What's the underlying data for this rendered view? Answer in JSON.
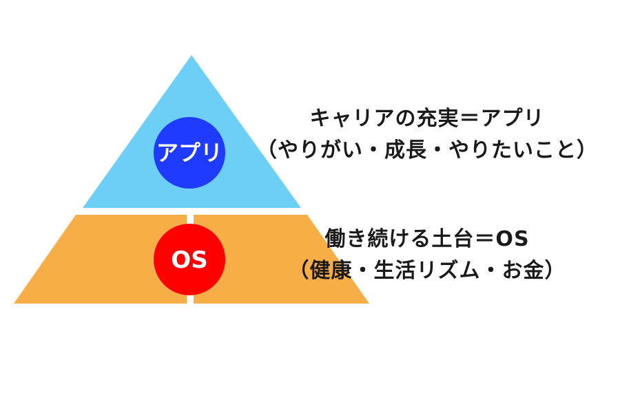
{
  "diagram": {
    "layers": [
      {
        "id": "app",
        "circle_label": "アプリ",
        "caption_title": "キャリアの充実＝アプリ",
        "caption_detail": "（やりがい・成長・やりたいこと）",
        "fill_color": "#6ecff6",
        "circle_color": "#1f3bff"
      },
      {
        "id": "os",
        "circle_label": "OS",
        "caption_title": "働き続ける土台＝OS",
        "caption_detail": "（健康・生活リズム・お金）",
        "fill_color": "#f8ae46",
        "circle_color": "#ff0000"
      }
    ]
  }
}
